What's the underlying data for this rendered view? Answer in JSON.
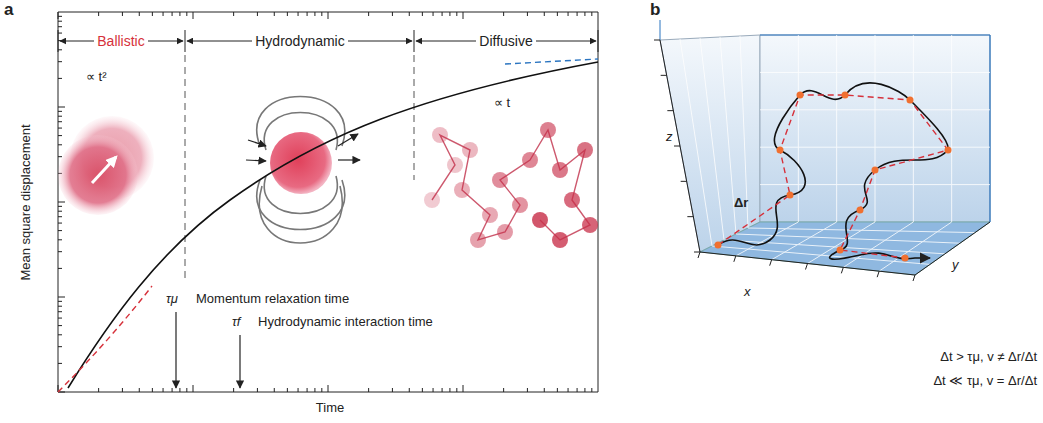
{
  "diagram": {
    "labels": [
      "a",
      "b",
      "Ballistic",
      "Hydrodynamic",
      "Diffusive",
      "∝ t²",
      "∝ t",
      "Mean square displacement",
      "τμ",
      "Momentum relaxation time",
      "τf",
      "Hydrodynamic interaction time",
      "Time",
      "z",
      "Δr",
      "x",
      "y",
      "Δt > τμ, v ≠ Δr/Δt",
      "Δt ≪ τμ, v = Δr/Δt"
    ]
  }
}
